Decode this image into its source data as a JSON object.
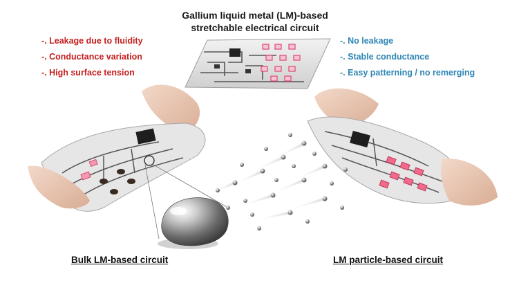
{
  "title": {
    "line1": "Gallium liquid metal (LM)-based",
    "line2": "stretchable electrical circuit"
  },
  "cons": [
    "-. Leakage due to fluidity",
    "-. Conductance variation",
    "-. High  surface tension"
  ],
  "pros": [
    "-. No leakage",
    "-. Stable conductance",
    "-. Easy patterning / no remerging"
  ],
  "captions": {
    "left": "Bulk LM-based circuit",
    "right": "LM particle-based circuit"
  },
  "colors": {
    "cons_text": "#c41f1f",
    "pros_text": "#2f86b5",
    "led": "#f06a8c"
  }
}
